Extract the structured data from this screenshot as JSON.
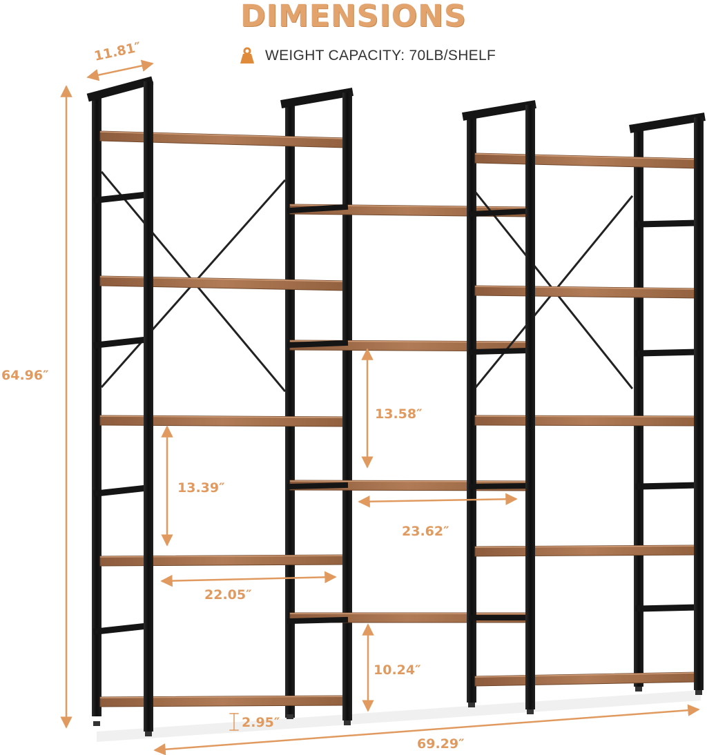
{
  "header": {
    "title": "DIMENSIONS",
    "capacity_icon": "weight-icon",
    "capacity_text": "WEIGHT CAPACITY: 70LB/SHELF"
  },
  "dimensions": {
    "depth": "11.81″",
    "height": "64.96″",
    "middle_shelf_gap": "13.58″",
    "side_shelf_gap": "13.39″",
    "middle_shelf_width": "23.62″",
    "side_shelf_width": "22.05″",
    "bottom_shelf_gap": "10.24″",
    "floor_clearance": "2.95″",
    "total_width": "69.29″"
  },
  "colors": {
    "accent": "#e09a5f",
    "frame": "#141414",
    "wood": "#9b6a48",
    "wood_light": "#c89573"
  }
}
